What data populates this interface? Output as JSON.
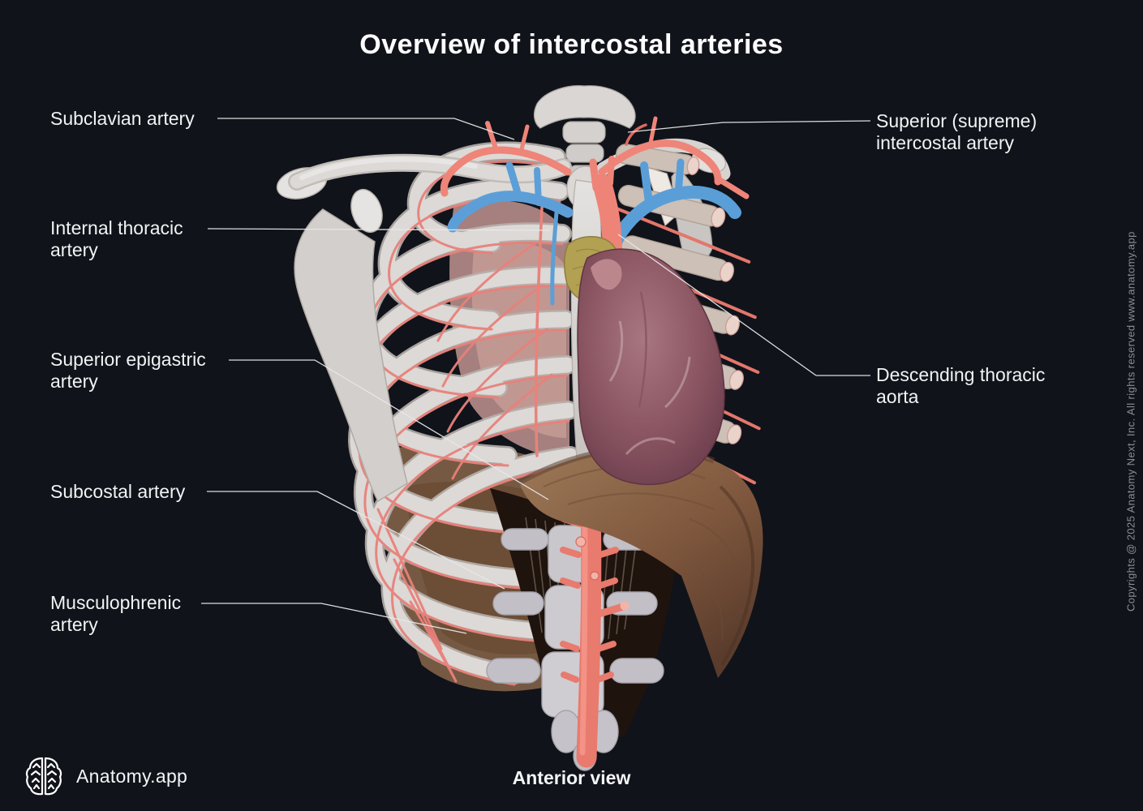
{
  "title": "Overview of intercostal arteries",
  "labels": {
    "left": [
      {
        "text": "Subclavian artery"
      },
      {
        "text": "Internal thoracic\nartery"
      },
      {
        "text": "Superior epigastric\nartery"
      },
      {
        "text": "Subcostal artery"
      },
      {
        "text": "Musculophrenic\nartery"
      }
    ],
    "right": [
      {
        "text": "Superior (supreme)\nintercostal artery"
      },
      {
        "text": "Descending thoracic\naorta"
      }
    ]
  },
  "footer": {
    "brand": "Anatomy.app",
    "view": "Anterior view"
  },
  "watermark": "Copyrights @ 2025 Anatomy Next, Inc. All rights reserved www.anatomy.app",
  "icons": {
    "logo": "brain-icon"
  },
  "colors": {
    "background": "#10131a",
    "label_text": "#f2f3f4",
    "leader_line": "#e8e8e8",
    "artery": "#ec8379",
    "vein": "#5da1d9",
    "bone": "#dbd8d6",
    "heart": "#8a5561",
    "diaphragm": "#8a6548",
    "vertebra": "#c8c6cc",
    "thymus": "#b2a053",
    "watermark_text": "#8b8e94"
  }
}
